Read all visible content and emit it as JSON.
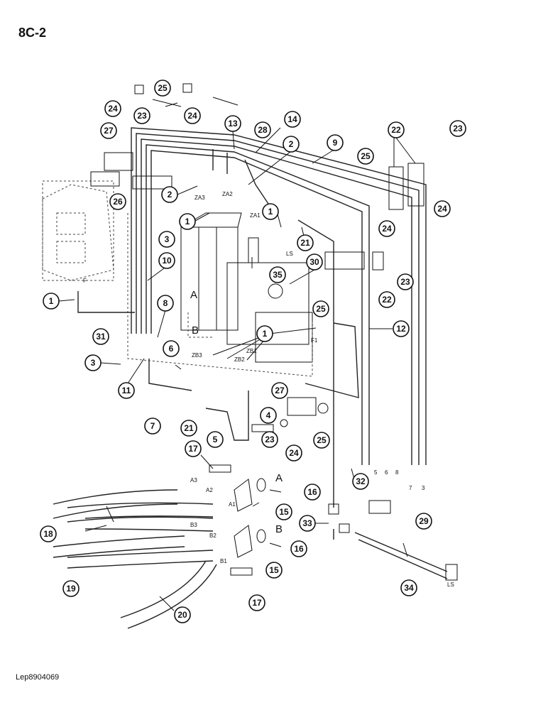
{
  "page_code": "8C-2",
  "footer_ref": "Lep8904069",
  "callouts": [
    "1",
    "1",
    "1",
    "1",
    "2",
    "2",
    "3",
    "3",
    "4",
    "5",
    "6",
    "7",
    "8",
    "9",
    "10",
    "11",
    "12",
    "13",
    "14",
    "15",
    "15",
    "16",
    "16",
    "17",
    "17",
    "18",
    "19",
    "20",
    "21",
    "21",
    "22",
    "22",
    "23",
    "23",
    "23",
    "23",
    "24",
    "24",
    "24",
    "24",
    "24",
    "25",
    "25",
    "25",
    "25",
    "26",
    "27",
    "27",
    "28",
    "29",
    "30",
    "31",
    "32",
    "33",
    "34",
    "35"
  ],
  "port_labels": [
    "ZA3",
    "ZA2",
    "ZA1",
    "LS",
    "ZB3",
    "ZB2",
    "ZB1",
    "F1",
    "F",
    "A3",
    "A2",
    "A1",
    "B3",
    "B2",
    "B1",
    "LS",
    "5",
    "6",
    "8",
    "7",
    "3"
  ],
  "section_labels": [
    "A",
    "B",
    "A",
    "B"
  ]
}
